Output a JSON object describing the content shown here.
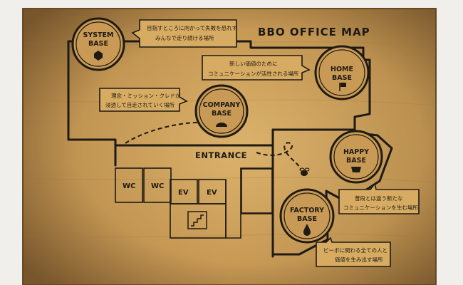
{
  "title": "BBO OFFICE MAP",
  "entrance": "ENTRANCE",
  "rooms": {
    "wc1": "WC",
    "wc2": "WC",
    "ev1": "EV",
    "ev2": "EV"
  },
  "bases": {
    "system": {
      "line1": "SYSTEM",
      "line2": "BASE",
      "icon": "hexagon-icon",
      "caption1": "目指すところに向かって失敗を恐れず",
      "caption2": "みんなで走り続ける場所"
    },
    "home": {
      "line1": "HOME",
      "line2": "BASE",
      "icon": "flag-icon",
      "caption1": "新しい価値のために",
      "caption2": "コミュニケーションが活性される場所"
    },
    "company": {
      "line1": "COMPANY",
      "line2": "BASE",
      "icon": "dome-icon",
      "caption1": "理念・ミッション・クレドが",
      "caption2": "浸透して自走されていく場所"
    },
    "happy": {
      "line1": "HAPPY",
      "line2": "BASE",
      "icon": "bowl-icon",
      "caption1": "普段とは違う新たな",
      "caption2": "コミュニケーションを生む場所"
    },
    "factory": {
      "line1": "FACTORY",
      "line2": "BASE",
      "icon": "drop-icon",
      "caption1": "ビーボに関わる全ての人と",
      "caption2": "価値を生み出す場所"
    }
  },
  "colors": {
    "wood": "#c99a55",
    "ink": "#1e1a14",
    "wall": "#f1efec"
  }
}
